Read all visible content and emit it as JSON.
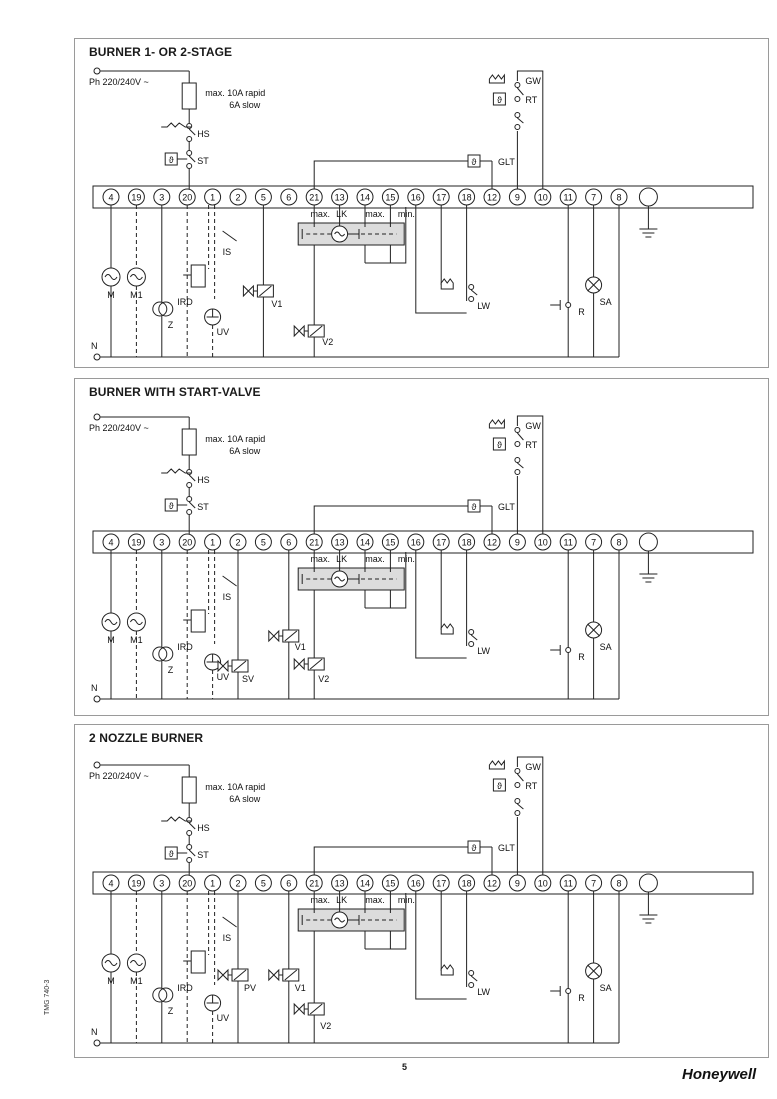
{
  "panels": [
    {
      "key": "p1",
      "title": "BURNER 1- OR 2-STAGE",
      "lower_terminals": [
        "4",
        "19",
        "3",
        "20",
        "1",
        "2",
        "5",
        "6",
        "21",
        "13",
        "14",
        "15",
        "16",
        "17",
        "18",
        "12",
        "9",
        "10",
        "11",
        "7",
        "8"
      ]
    },
    {
      "key": "p2",
      "title": "BURNER WITH START-VALVE",
      "lower_terminals": [
        "4",
        "19",
        "3",
        "20",
        "1",
        "2",
        "5",
        "6",
        "21",
        "13",
        "14",
        "15",
        "16",
        "17",
        "18",
        "12",
        "9",
        "10",
        "11",
        "7",
        "8"
      ]
    },
    {
      "key": "p3",
      "title": "2 NOZZLE BURNER",
      "lower_terminals": [
        "4",
        "19",
        "3",
        "20",
        "1",
        "2",
        "5",
        "6",
        "21",
        "13",
        "14",
        "15",
        "16",
        "17",
        "18",
        "12",
        "9",
        "10",
        "11",
        "7",
        "8"
      ]
    }
  ],
  "labels": {
    "phase": "Ph 220/240V ~",
    "fuse_line1": "max. 10A rapid",
    "fuse_line2": "6A slow",
    "hs": "HS",
    "st": "ST",
    "is": "IS",
    "ird": "IRD",
    "uv": "UV",
    "m": "M",
    "m1": "M1",
    "z": "Z",
    "v1": "V1",
    "v2": "V2",
    "sv": "SV",
    "pv": "PV",
    "gw": "GW",
    "rt": "RT",
    "glt": "GLT",
    "lw": "LW",
    "r": "R",
    "sa": "SA",
    "n": "N",
    "max1": "max.",
    "lk": "LK",
    "max2": "max.",
    "min": "min."
  },
  "footer": {
    "doc_code": "TMG 740-3",
    "page_number": "5",
    "brand": "Honeywell"
  }
}
